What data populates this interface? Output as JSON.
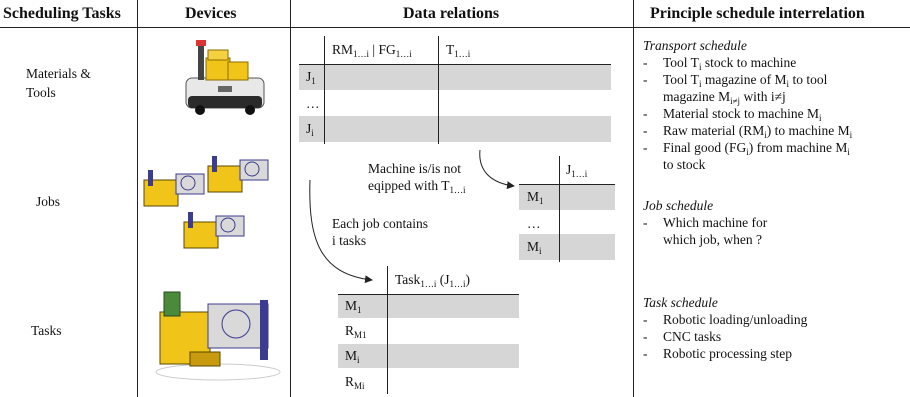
{
  "headers": {
    "scheduling_tasks": "Scheduling Tasks",
    "devices": "Devices",
    "data_relations": "Data relations",
    "principle": "Principle schedule interrelation"
  },
  "rows": {
    "materials_tools": "Materials & Tools",
    "jobs": "Jobs",
    "tasks": "Tasks"
  },
  "devices": {
    "agv": "mobile-robot-agv-icon",
    "cells": "manufacturing-cells-icon",
    "cell": "manufacturing-cell-icon"
  },
  "table1": {
    "col1": "RM",
    "col1_sub": "1…i",
    "col1_sep": " | FG",
    "col1_sub2": "1…i",
    "col2": "T",
    "col2_sub": "1…i",
    "r1": "J",
    "r1_sub": "1",
    "r2": "…",
    "r3": "J",
    "r3_sub": "i"
  },
  "table2": {
    "col": "J",
    "col_sub": "1…i",
    "r1": "M",
    "r1_sub": "1",
    "r2": "…",
    "r3": "M",
    "r3_sub": "i"
  },
  "table3": {
    "col": "Task",
    "col_sub": "1…i",
    "col_rest": " (J",
    "col_sub2": "1…i",
    "col_end": ")",
    "r1": "M",
    "r1_sub": "1",
    "r2": "R",
    "r2_sub": "M1",
    "r3": "M",
    "r3_sub": "i",
    "r4": "R",
    "r4_sub": "Mi"
  },
  "notes": {
    "machine_line1": "Machine is/is not",
    "machine_line2": "eqipped with T",
    "machine_sub": "1…i",
    "job_line1": "Each job contains",
    "job_line2": "i tasks"
  },
  "transport": {
    "title": "Transport schedule",
    "i1a": "Tool T",
    "i1s": "i",
    "i1b": " stock to machine",
    "i2a": "Tool T",
    "i2s": "i",
    "i2b": " magazine of M",
    "i2s2": "i",
    "i2c": " to tool",
    "i2d": "magazine M",
    "i2s3": "i≠j",
    "i2e": " with i≠j",
    "i3a": "Material stock to machine M",
    "i3s": "i",
    "i4a": "Raw material (RM",
    "i4s": "i",
    "i4b": ") to machine M",
    "i4s2": "i",
    "i5a": "Final good (FG",
    "i5s": "i",
    "i5b": ") from machine M",
    "i5s2": "i",
    "i5c": "to stock"
  },
  "job_schedule": {
    "title": "Job schedule",
    "i1a": "Which machine for",
    "i1b": "which job, when ?"
  },
  "task_schedule": {
    "title": "Task schedule",
    "items": [
      "Robotic loading/unloading",
      "CNC tasks",
      "Robotic processing step"
    ]
  }
}
